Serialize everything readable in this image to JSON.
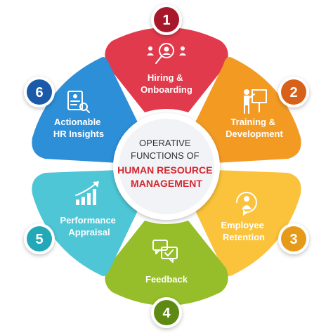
{
  "diagram": {
    "center": {
      "line1": "OPERATIVE",
      "line2": "FUNCTIONS OF",
      "line3": "HUMAN RESOURCE",
      "line4": "MANAGEMENT",
      "line1_color": "#333333",
      "highlight_color": "#d4272e"
    },
    "segments": [
      {
        "number": "1",
        "label_lines": [
          "Hiring &",
          "Onboarding"
        ],
        "icon": "people-search-icon",
        "color": "#e23a4d",
        "badge_color": "#a8182b"
      },
      {
        "number": "2",
        "label_lines": [
          "Training &",
          "Development"
        ],
        "icon": "presentation-icon",
        "color": "#f39a23",
        "badge_color": "#d8611a"
      },
      {
        "number": "3",
        "label_lines": [
          "Employee",
          "Retention"
        ],
        "icon": "employee-retention-icon",
        "color": "#fbc33b",
        "badge_color": "#e69a1a"
      },
      {
        "number": "4",
        "label_lines": [
          "Feedback"
        ],
        "icon": "chat-bubbles-icon",
        "color": "#95be2a",
        "badge_color": "#5f8a12"
      },
      {
        "number": "5",
        "label_lines": [
          "Performance",
          "Appraisal"
        ],
        "icon": "growth-chart-icon",
        "color": "#4ec6d6",
        "badge_color": "#23a8b8"
      },
      {
        "number": "6",
        "label_lines": [
          "Actionable",
          "HR Insights"
        ],
        "icon": "report-search-icon",
        "color": "#2c8fd8",
        "badge_color": "#1a5aa8"
      }
    ]
  }
}
